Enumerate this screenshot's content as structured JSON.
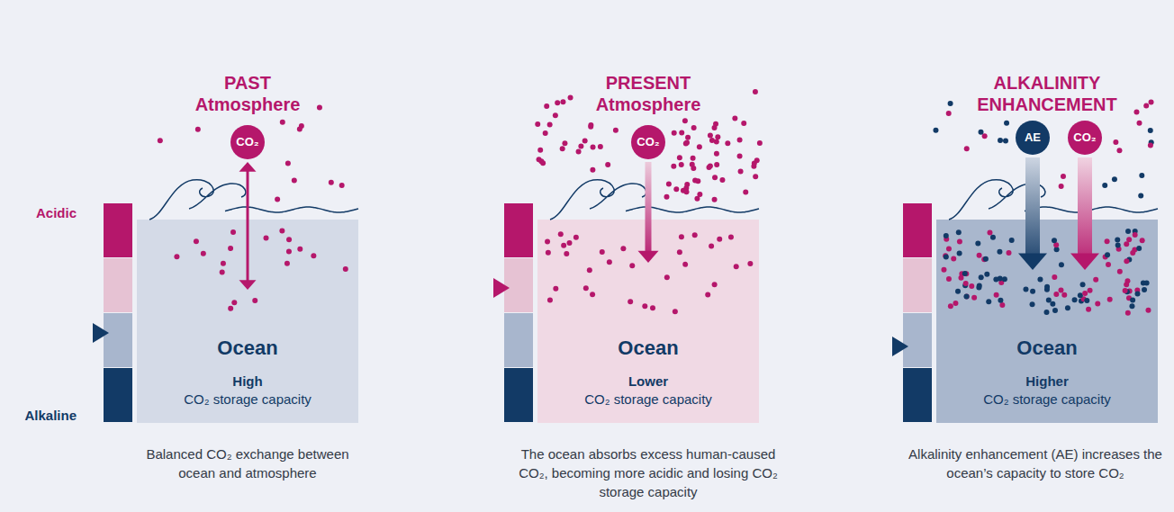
{
  "diagram": {
    "nodes": [
      {
        "text": [
          "CO₂"
        ]
      },
      {
        "text": [
          "Ocean",
          "High",
          "CO₂ storage capacity"
        ]
      },
      {
        "text": [
          "CO₂"
        ]
      },
      {
        "text": [
          "Ocean",
          "Lower",
          "CO₂ storage capacity"
        ]
      },
      {
        "text": [
          "AE"
        ]
      },
      {
        "text": [
          "CO₂"
        ]
      },
      {
        "text": [
          "Ocean",
          "Higher",
          "CO₂ storage capacity"
        ]
      }
    ],
    "edges": [
      {
        "from": 0,
        "to": 1,
        "arrow": "both"
      },
      {
        "from": 2,
        "to": 3,
        "arrow": "to"
      },
      {
        "from": 4,
        "to": 6,
        "arrow": "to"
      },
      {
        "from": 5,
        "to": 6,
        "arrow": "to"
      }
    ],
    "labels": [
      "PAST Atmosphere",
      "Acidic",
      "Alkaline",
      "Balanced CO₂ exchange between ocean and atmosphere",
      "PRESENT Atmosphere",
      "The ocean absorbs excess human-caused CO₂, becoming more acidic and losing CO₂ storage capacity",
      "ALKALINITY ENHANCEMENT",
      "Alkalinity enhancement (AE) increases the ocean’s capacity to store CO₂"
    ]
  }
}
